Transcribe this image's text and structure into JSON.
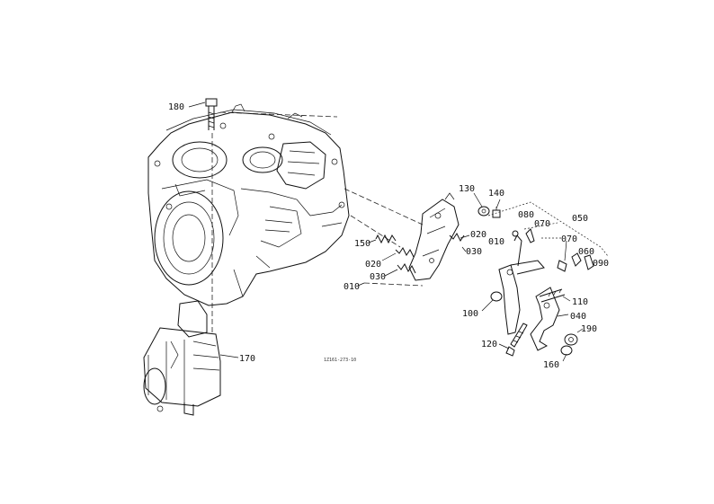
{
  "drawing_code": "1Z161-273-10",
  "parts": [
    {
      "id": "p180",
      "label": "180"
    },
    {
      "id": "p170",
      "label": "170"
    },
    {
      "id": "p150",
      "label": "150"
    },
    {
      "id": "p020a",
      "label": "020"
    },
    {
      "id": "p030a",
      "label": "030"
    },
    {
      "id": "p010a",
      "label": "010"
    },
    {
      "id": "p130",
      "label": "130"
    },
    {
      "id": "p140",
      "label": "140"
    },
    {
      "id": "p020b",
      "label": "020"
    },
    {
      "id": "p010b",
      "label": "010"
    },
    {
      "id": "p030b",
      "label": "030"
    },
    {
      "id": "p080",
      "label": "080"
    },
    {
      "id": "p070a",
      "label": "070"
    },
    {
      "id": "p050",
      "label": "050"
    },
    {
      "id": "p070b",
      "label": "070"
    },
    {
      "id": "p060",
      "label": "060"
    },
    {
      "id": "p090",
      "label": "090"
    },
    {
      "id": "p100",
      "label": "100"
    },
    {
      "id": "p110",
      "label": "110"
    },
    {
      "id": "p040",
      "label": "040"
    },
    {
      "id": "p190",
      "label": "190"
    },
    {
      "id": "p120",
      "label": "120"
    },
    {
      "id": "p160",
      "label": "160"
    }
  ]
}
